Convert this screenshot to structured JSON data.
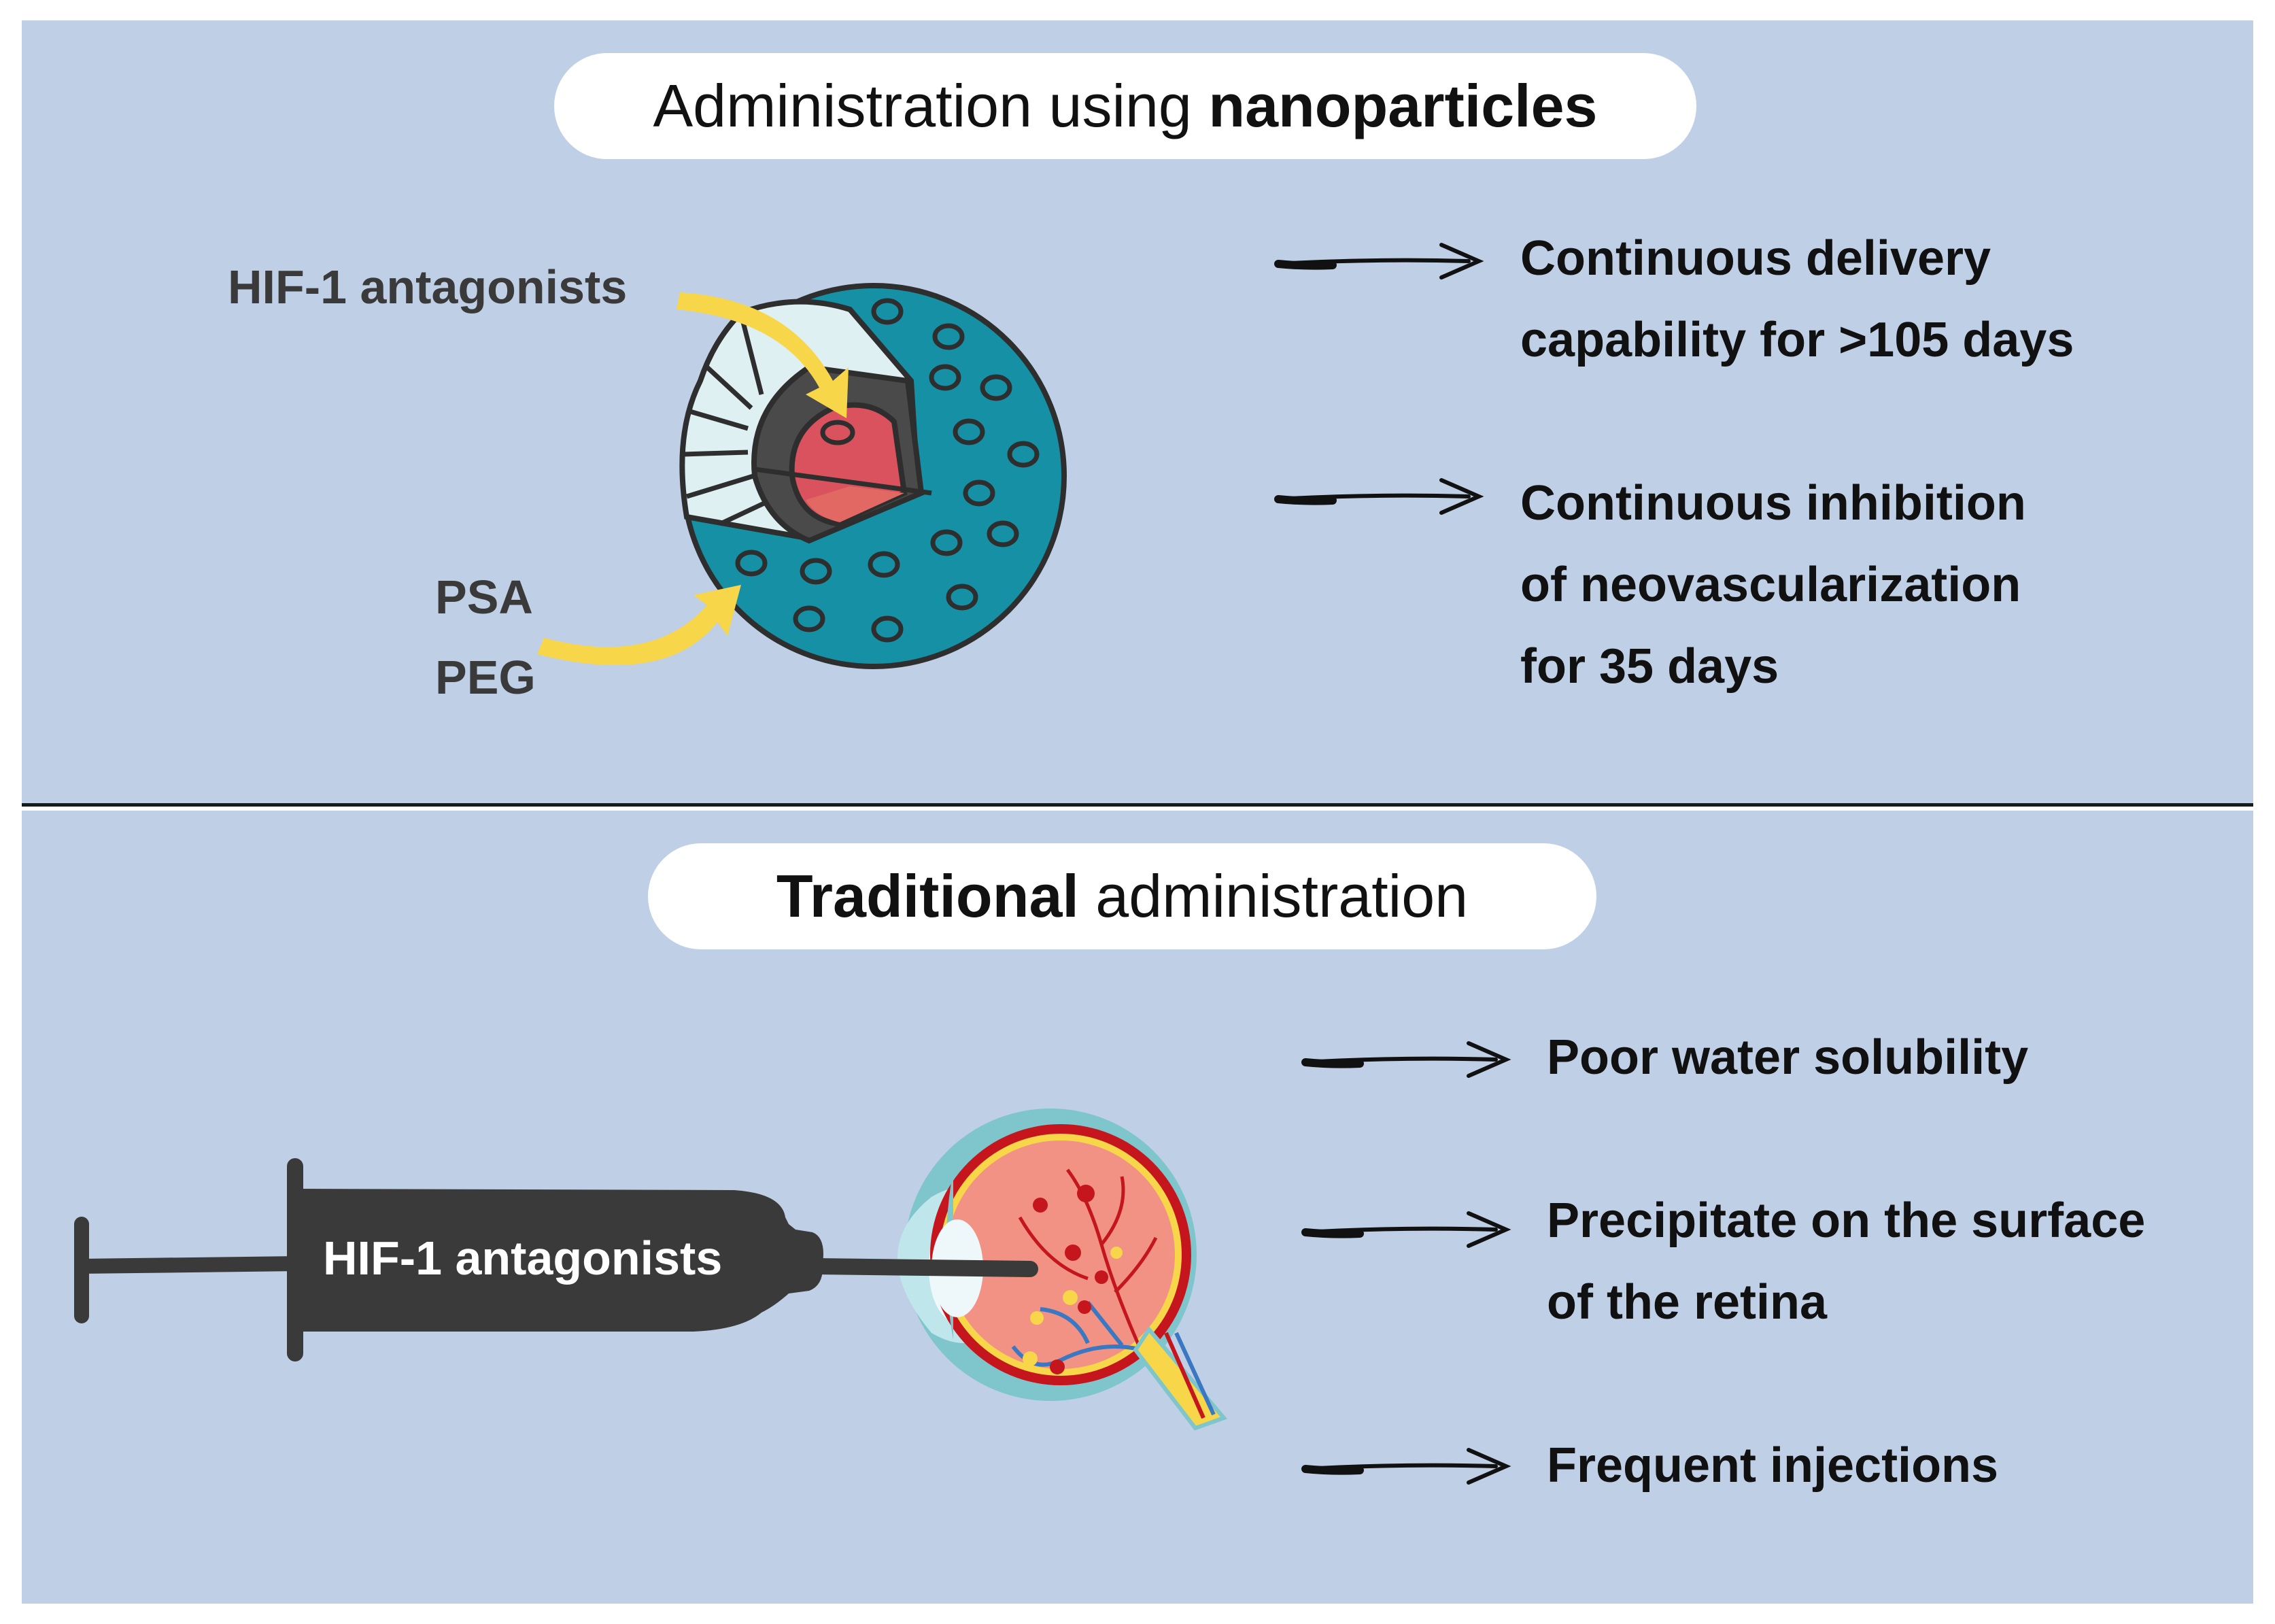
{
  "top_section": {
    "title_regular": "Administration using ",
    "title_bold": "nanoparticles",
    "labels": {
      "antagonist": "HIF-1 antagonists",
      "psa": "PSA",
      "peg": "PEG"
    },
    "outcomes": [
      {
        "line1": "Continuous delivery",
        "line2": "capability for >105 days",
        "line3": ""
      },
      {
        "line1": "Continuous inhibition",
        "line2": "of neovascularization",
        "line3": "for 35 days"
      }
    ]
  },
  "bottom_section": {
    "title_bold": "Traditional",
    "title_regular": " administration",
    "syringe_label": "HIF-1 antagonists",
    "outcomes": [
      {
        "line1": "Poor water solubility",
        "line2": ""
      },
      {
        "line1": "Precipitate on the surface",
        "line2": "of the retina"
      },
      {
        "line1": "Frequent injections",
        "line2": ""
      }
    ]
  },
  "colors": {
    "panel_bg": "#bfcfe6",
    "nanoparticle_shell": "#1590a5",
    "core": "#d9525e",
    "arrow_yellow": "#f7d64a",
    "syringe": "#3a3a3a",
    "retina": "#f29285"
  }
}
